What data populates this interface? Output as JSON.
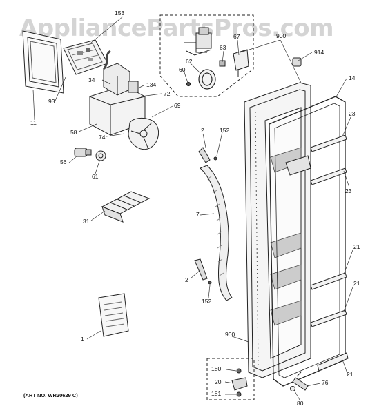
{
  "watermark": "AppliancePartsPros.com",
  "art_no": "(ART NO. WR20629 C)",
  "callouts": [
    "153",
    "900",
    "914",
    "14",
    "67",
    "63",
    "62",
    "60",
    "134",
    "72",
    "69",
    "34",
    "93",
    "11",
    "58",
    "74",
    "56",
    "61",
    "2",
    "152",
    "23",
    "23",
    "31",
    "7",
    "2",
    "152",
    "21",
    "21",
    "1",
    "900",
    "180",
    "20",
    "181",
    "76",
    "21",
    "80"
  ]
}
